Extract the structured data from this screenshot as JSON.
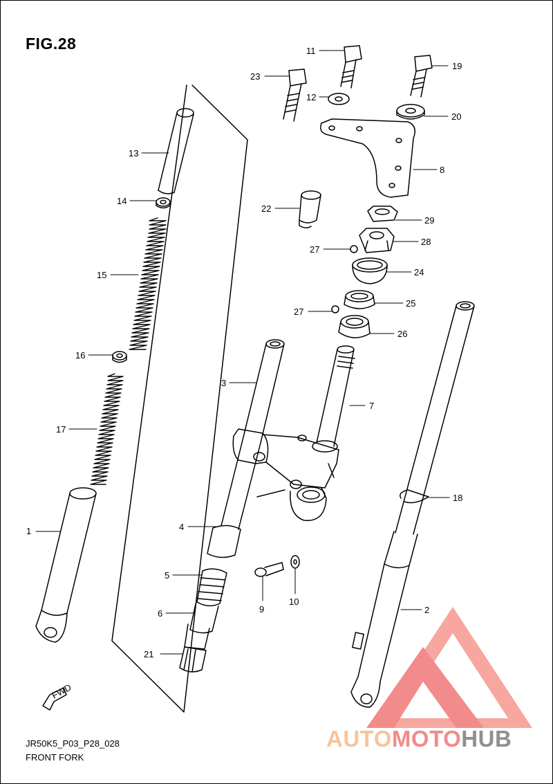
{
  "figure": {
    "title": "FIG.28",
    "model_code": "JR50K5_P03_P28_028",
    "name": "FRONT FORK",
    "fwd_label": "FWD"
  },
  "callouts": {
    "c1": "1",
    "c2": "2",
    "c3": "3",
    "c4": "4",
    "c5": "5",
    "c6": "6",
    "c7": "7",
    "c8": "8",
    "c9": "9",
    "c10": "10",
    "c11": "11",
    "c12": "12",
    "c13": "13",
    "c14": "14",
    "c15": "15",
    "c16": "16",
    "c17": "17",
    "c18": "18",
    "c19": "19",
    "c20": "20",
    "c21": "21",
    "c22": "22",
    "c23": "23",
    "c24": "24",
    "c25": "25",
    "c26": "26",
    "c27a": "27",
    "c27b": "27",
    "c28": "28",
    "c29": "29"
  },
  "watermark": {
    "part1": "AUTO",
    "part2": "MOTO",
    "part3": "HUB",
    "color_main": "#f28b8b",
    "color_light": "#f7c49a",
    "color_gray": "#8f8f8f"
  }
}
